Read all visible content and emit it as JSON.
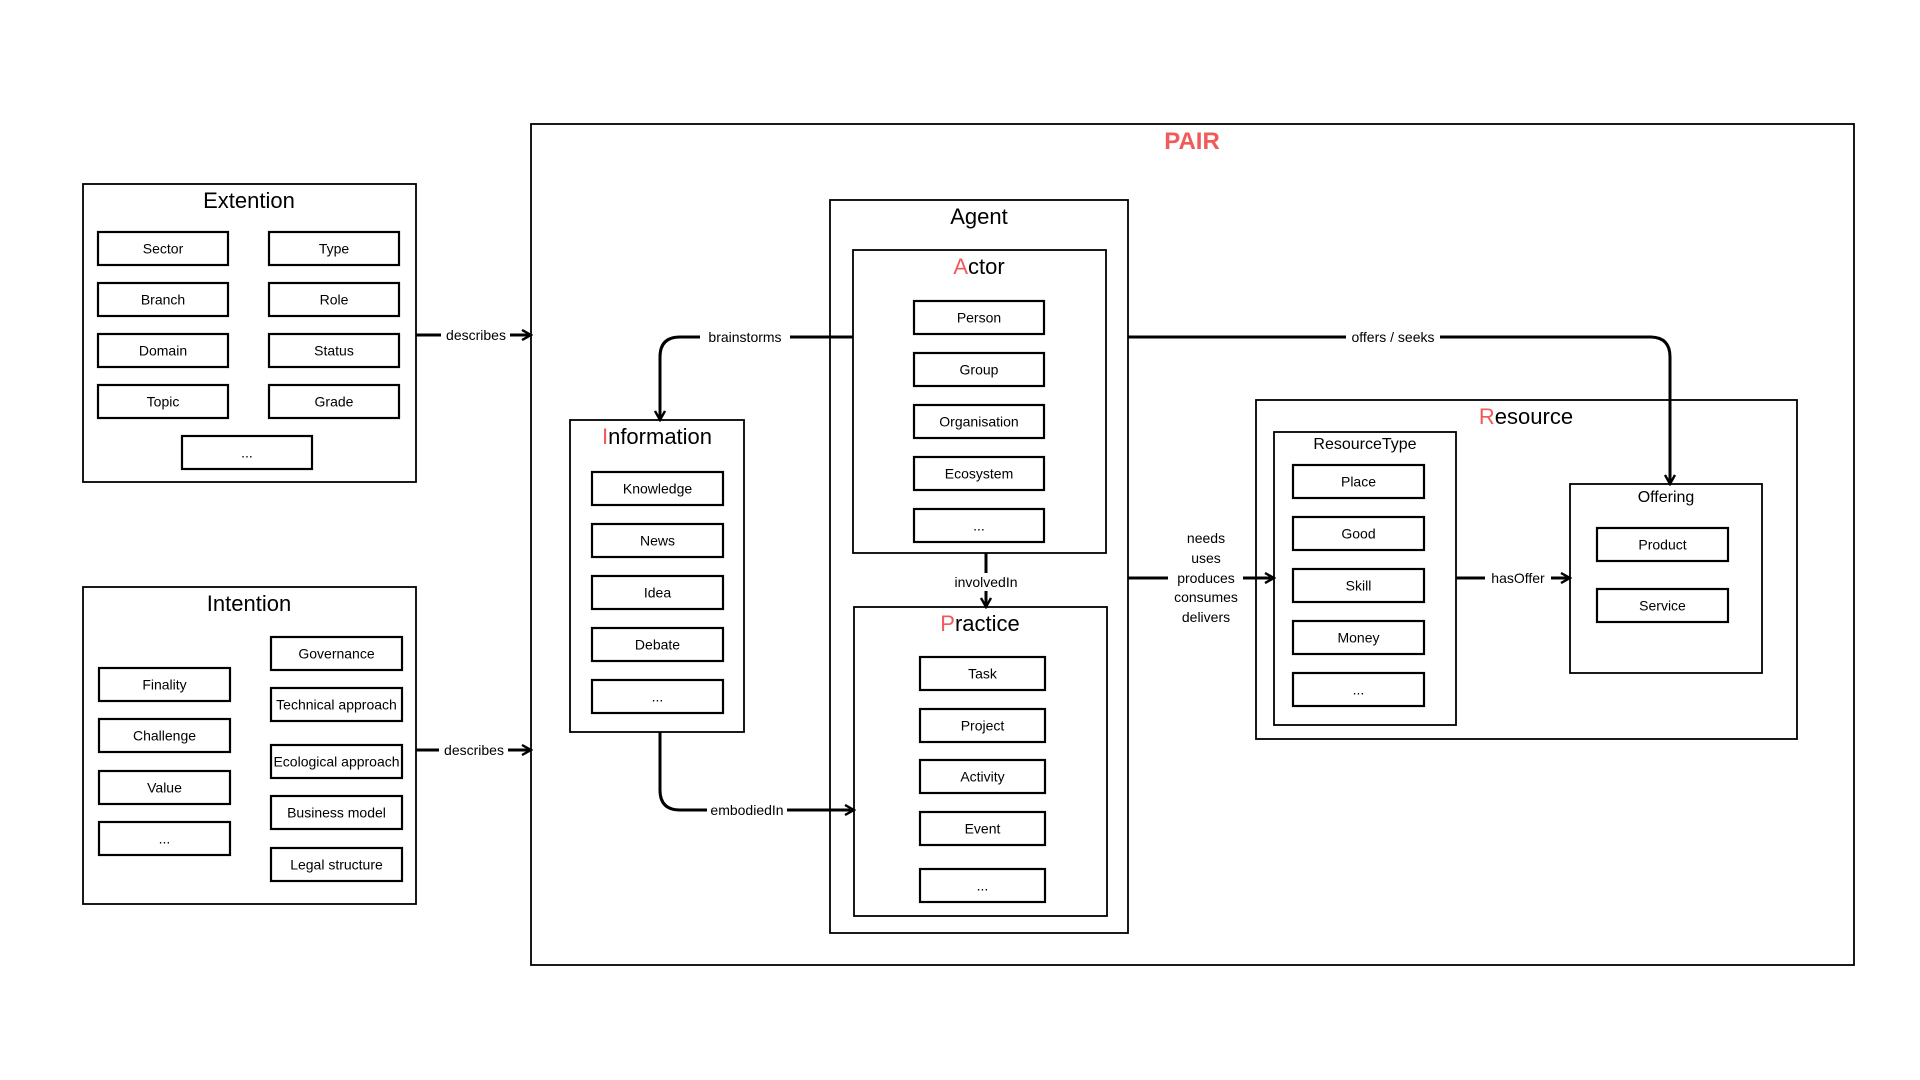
{
  "pair": {
    "title": "PAIR",
    "accent_color": "#f05a5a"
  },
  "extention": {
    "title": "Extention",
    "items": [
      "Sector",
      "Type",
      "Branch",
      "Role",
      "Domain",
      "Status",
      "Topic",
      "Grade",
      "..."
    ]
  },
  "intention": {
    "title": "Intention",
    "left_items": [
      "Finality",
      "Challenge",
      "Value",
      "..."
    ],
    "right_items": [
      "Governance",
      "Technical approach",
      "Ecological approach",
      "Business model",
      "Legal structure"
    ]
  },
  "agent": {
    "title": "Agent"
  },
  "actor": {
    "title_initial": "A",
    "title_rest": "ctor",
    "items": [
      "Person",
      "Group",
      "Organisation",
      "Ecosystem",
      "..."
    ]
  },
  "practice": {
    "title_initial": "P",
    "title_rest": "ractice",
    "items": [
      "Task",
      "Project",
      "Activity",
      "Event",
      "..."
    ]
  },
  "information": {
    "title_initial": "I",
    "title_rest": "nformation",
    "items": [
      "Knowledge",
      "News",
      "Idea",
      "Debate",
      "..."
    ]
  },
  "resource": {
    "title_initial": "R",
    "title_rest": "esource",
    "resource_type": {
      "title": "ResourceType",
      "items": [
        "Place",
        "Good",
        "Skill",
        "Money",
        "..."
      ]
    },
    "offering": {
      "title": "Offering",
      "items": [
        "Product",
        "Service"
      ]
    }
  },
  "edges": {
    "describes_ext": "describes",
    "describes_int": "describes",
    "brainstorms": "brainstorms",
    "embodied_in": "embodiedIn",
    "involved_in": "involvedIn",
    "offers_seeks": "offers / seeks",
    "has_offer": "hasOffer",
    "needs_lines": [
      "needs",
      "uses",
      "produces",
      "consumes",
      "delivers"
    ]
  }
}
